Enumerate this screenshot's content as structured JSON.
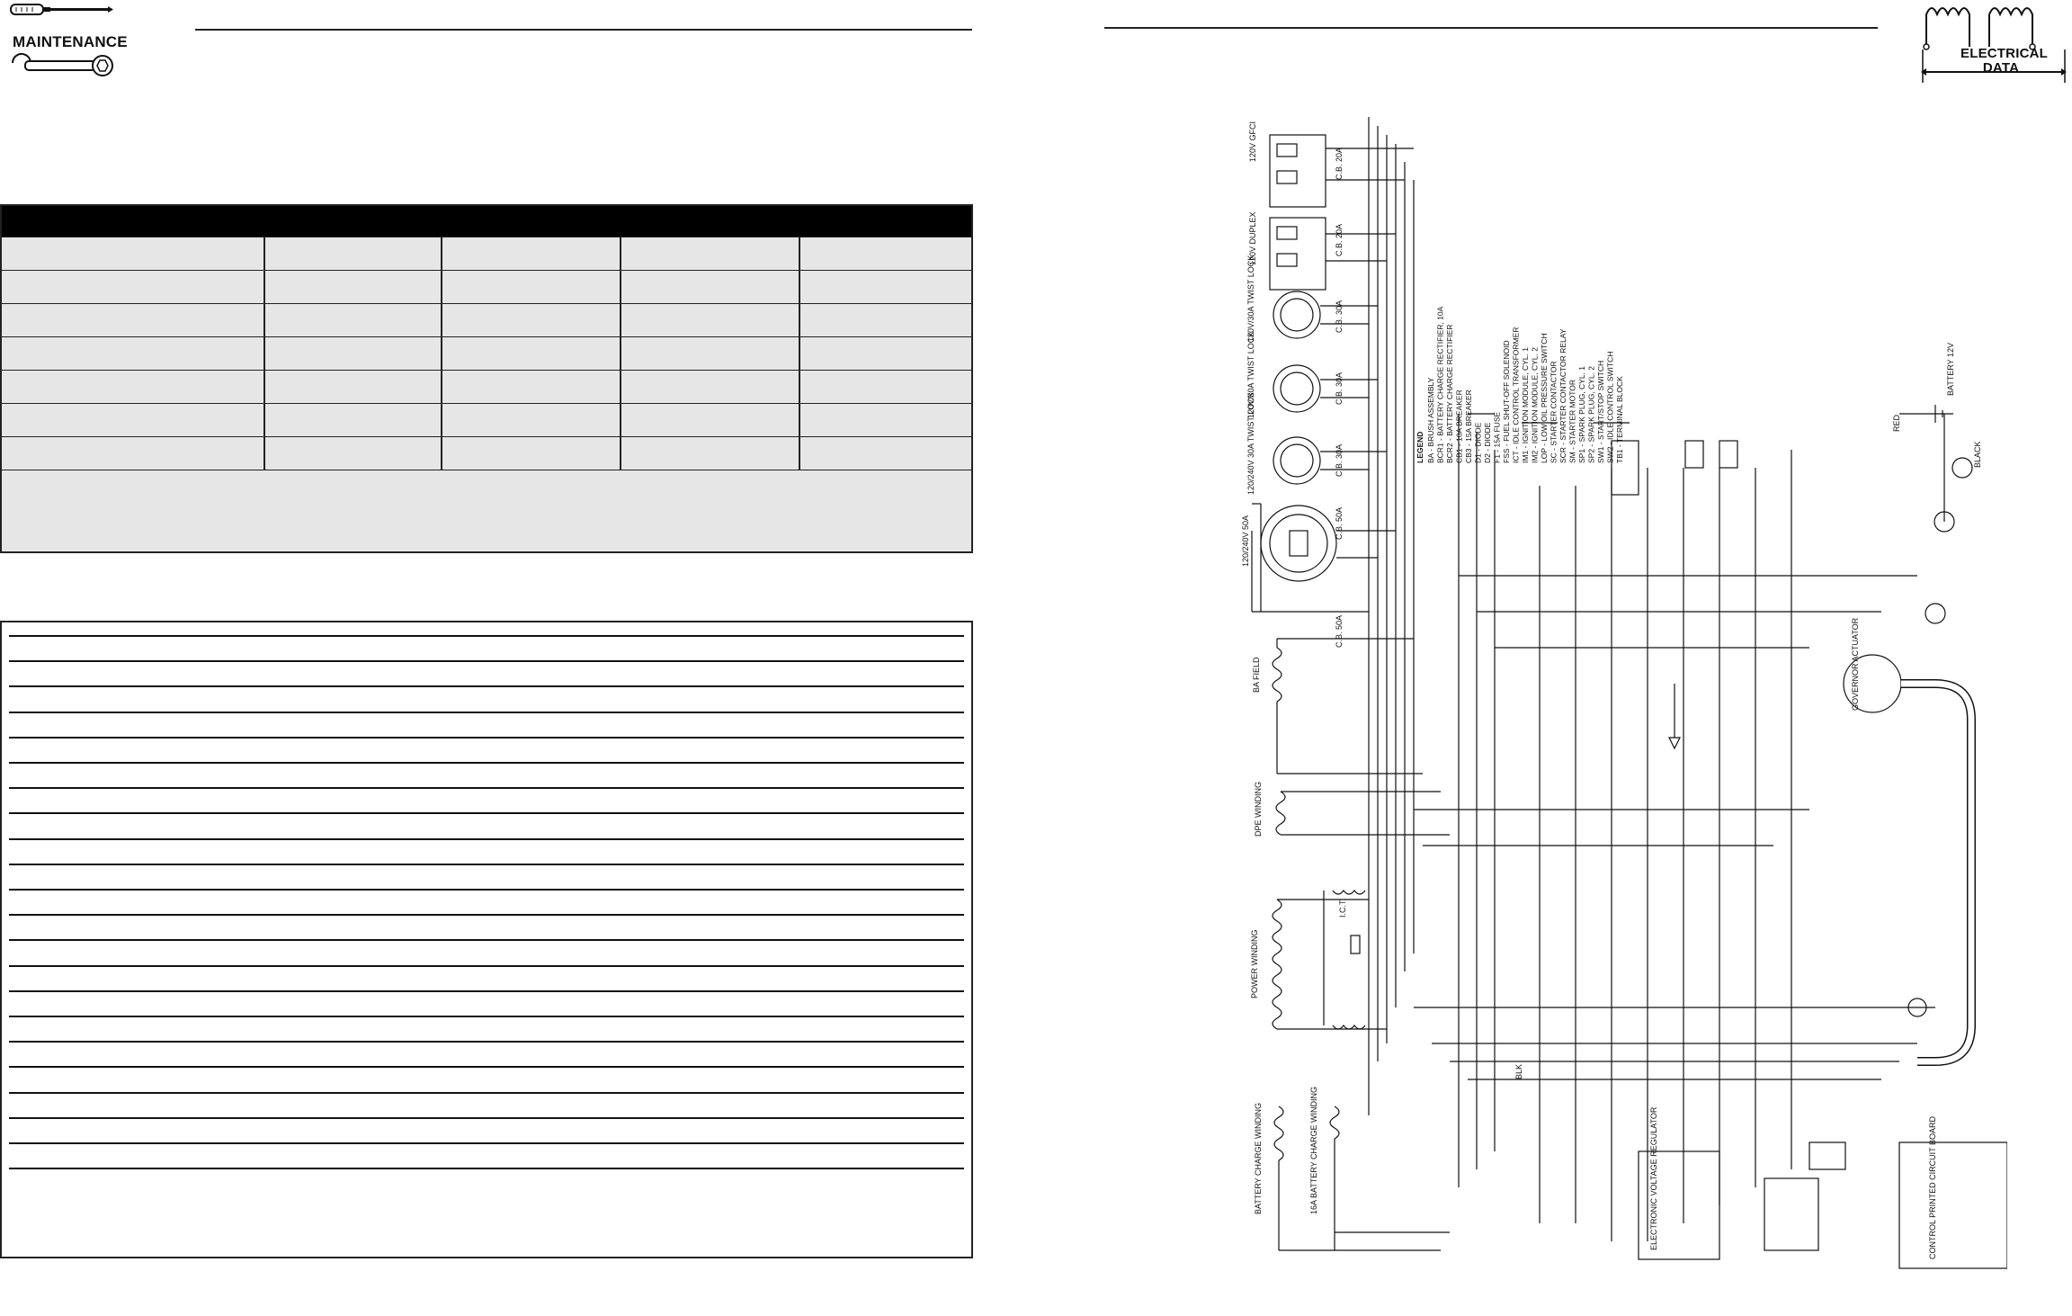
{
  "left": {
    "section_label": "MAINTENANCE",
    "table": {
      "column_count": 5,
      "row_count": 7
    },
    "notes_line_count": 22
  },
  "right": {
    "section_label_line1": "ELECTRICAL",
    "section_label_line2": "DATA",
    "diagram_labels": {
      "receptacle_120v_gfci": "120V GFCI",
      "receptacle_120v_duplex": "120V DUPLEX",
      "twist_lock_1": "120V/30A TWIST LOCK",
      "twist_lock_2": "120V/30A TWIST LOCK",
      "twist_lock_3": "120/240V 30A TWIST LOCK",
      "receptacle_50a": "120/240V 50A",
      "cb_20a": "C.B. 20A",
      "cb_20a_2": "C.B. 20A",
      "cb_30a": "C.B. 30A",
      "cb_30a_2": "C.B. 30A",
      "cb_30a_3": "C.B. 30A",
      "cb_50a": "C.B. 50A",
      "cb_50a_2": "C.B. 50A",
      "field": "BA FIELD",
      "dpe_winding": "DPE WINDING",
      "power_winding": "POWER WINDING",
      "battery_charge_winding": "BATTERY CHARGE WINDING",
      "battery_charge_winding_16a": "16A BATTERY CHARGE WINDING",
      "governor_actuator": "GOVERNOR ACTUATOR",
      "voltage_regulator": "ELECTRONIC VOLTAGE REGULATOR",
      "control_board": "CONTROL PRINTED CIRCUIT BOARD",
      "battery": "BATTERY 12V",
      "black": "BLACK",
      "red": "RED",
      "blk": "BLK",
      "ict": "I.C.T."
    },
    "legend_title": "LEGEND",
    "legend": [
      "BA - BRUSH ASSEMBLY",
      "BCR1 - BATTERY CHARGE RECTIFIER, 10A",
      "BCR2 - BATTERY CHARGE RECTIFIER",
      "CB1 - 10A BREAKER",
      "CB3 - 15A BREAKER",
      "D1 - DIODE",
      "D2 - DIODE",
      "F1 - 15A FUSE",
      "FSS - FUEL SHUT-OFF SOLENOID",
      "ICT - IDLE CONTROL TRANSFORMER",
      "IM1 - IGNITION MODULE, CYL. 1",
      "IM2 - IGNITION MODULE, CYL. 2",
      "LOP - LOW OIL PRESSURE SWITCH",
      "SC - STARTER CONTACTOR",
      "SCR - STARTER CONTACTOR RELAY",
      "SM - STARTER MOTOR",
      "SP1 - SPARK PLUG, CYL. 1",
      "SP2 - SPARK PLUG, CYL. 2",
      "SW1 - START/STOP SWITCH",
      "SW2 - IDLE CONTROL SWITCH",
      "TB1 - TERMINAL BLOCK"
    ]
  }
}
